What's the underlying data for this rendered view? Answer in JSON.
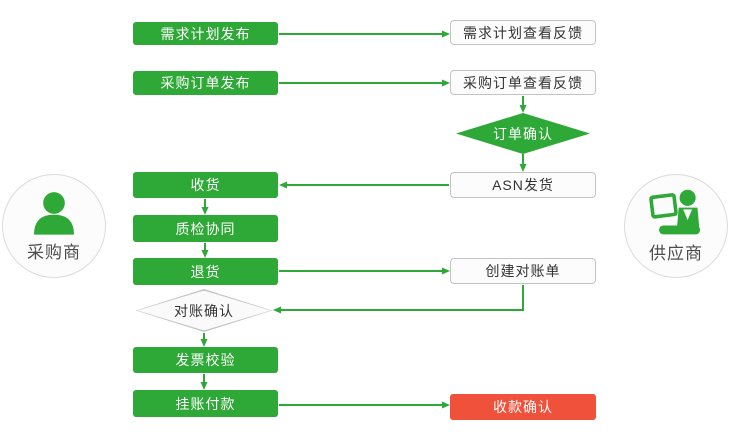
{
  "palette": {
    "green": "#2EA836",
    "red": "#F0513A",
    "outline_border": "#C3C3C3",
    "outline_fill": "#FCFCFC",
    "diamond_fill": "#FAFAFA",
    "text_dark": "#333333",
    "circle_fill": "#FCFCFC",
    "circle_border": "#DBDBDB",
    "label_color": "#4D4D4D"
  },
  "actors": {
    "buyer": {
      "label": "采购商",
      "icon": "person-silhouette"
    },
    "supplier": {
      "label": "供应商",
      "icon": "person-with-laptop"
    }
  },
  "nodes": {
    "demand_plan_release": {
      "label": "需求计划发布",
      "type": "process-green"
    },
    "demand_plan_feedback": {
      "label": "需求计划查看反馈",
      "type": "process-outline"
    },
    "po_release": {
      "label": "采购订单发布",
      "type": "process-green"
    },
    "po_feedback": {
      "label": "采购订单查看反馈",
      "type": "process-outline"
    },
    "order_confirm": {
      "label": "订单确认",
      "type": "decision-green"
    },
    "asn_shipping": {
      "label": "ASN发货",
      "type": "process-outline"
    },
    "receiving": {
      "label": "收货",
      "type": "process-green"
    },
    "quality_collab": {
      "label": "质检协同",
      "type": "process-green"
    },
    "return_goods": {
      "label": "退货",
      "type": "process-green"
    },
    "create_statement": {
      "label": "创建对账单",
      "type": "process-outline"
    },
    "statement_confirm": {
      "label": "对账确认",
      "type": "decision-outline"
    },
    "invoice_verification": {
      "label": "发票校验",
      "type": "process-green"
    },
    "booked_payment": {
      "label": "挂账付款",
      "type": "process-green"
    },
    "receipt_confirm": {
      "label": "收款确认",
      "type": "process-red"
    }
  }
}
